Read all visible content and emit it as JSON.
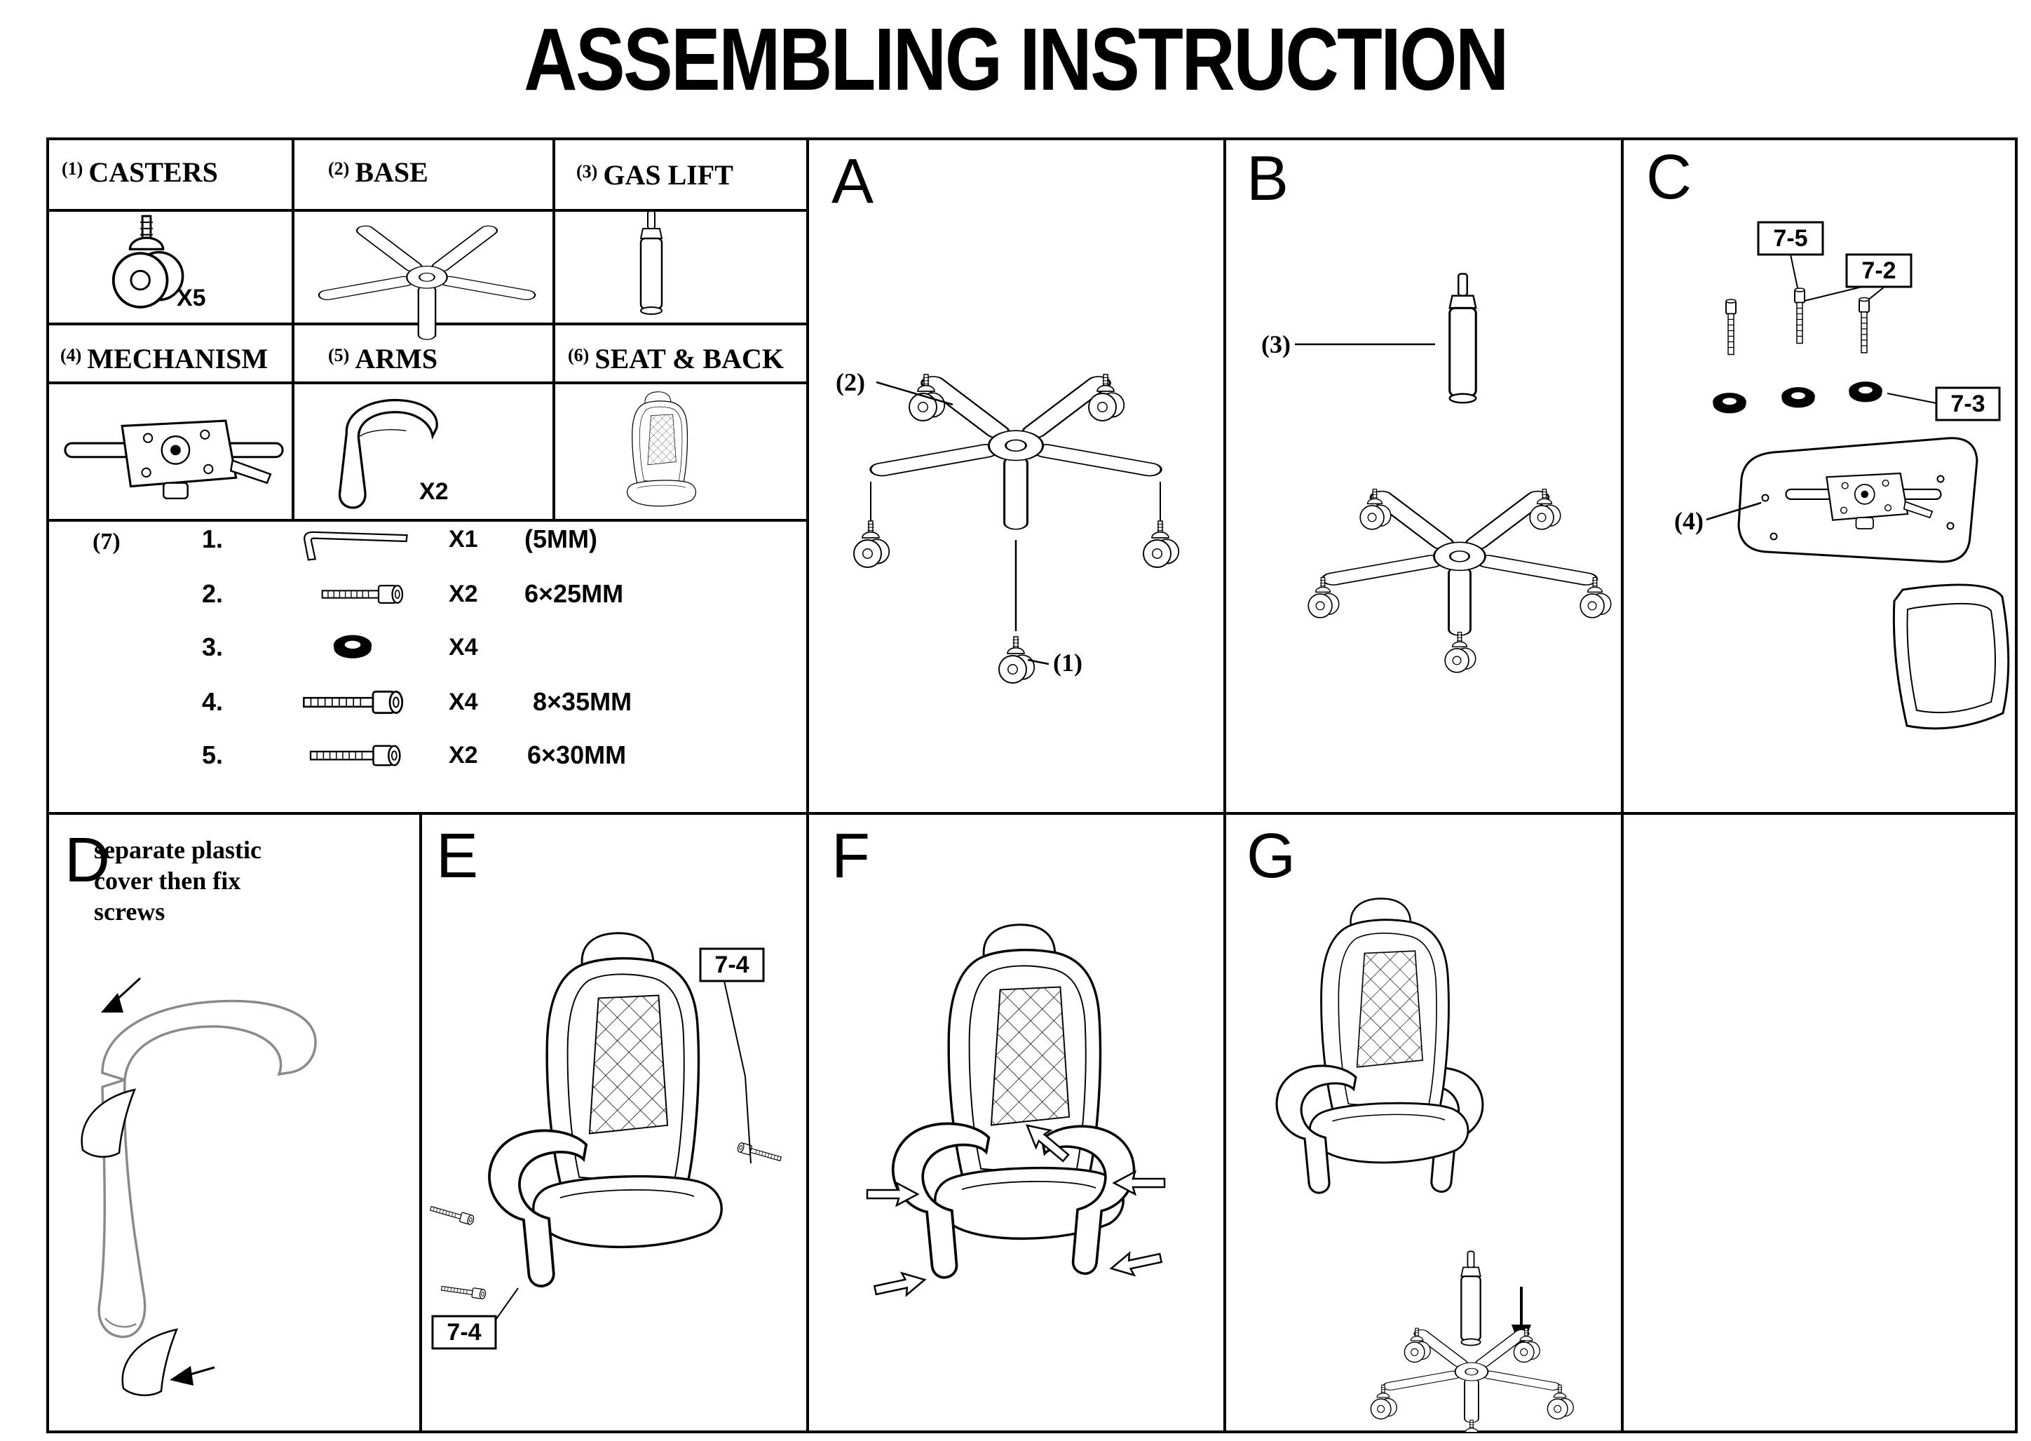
{
  "title": "ASSEMBLING INSTRUCTION",
  "colors": {
    "ink": "#000000",
    "paper": "#ffffff",
    "sketch_light": "#8a8a8a"
  },
  "parts_table": {
    "cells": [
      {
        "num": "(1)",
        "name": "CASTERS",
        "qty": "X5",
        "icon": "caster-icon"
      },
      {
        "num": "(2)",
        "name": "BASE",
        "qty": "",
        "icon": "base-icon"
      },
      {
        "num": "(3)",
        "name": "GAS LIFT",
        "qty": "",
        "icon": "gas-lift-icon"
      },
      {
        "num": "(4)",
        "name": "MECHANISM",
        "qty": "",
        "icon": "mechanism-icon"
      },
      {
        "num": "(5)",
        "name": "ARMS",
        "qty": "X2",
        "icon": "arm-icon"
      },
      {
        "num": "(6)",
        "name": "SEAT & BACK",
        "qty": "",
        "icon": "seat-back-icon"
      }
    ],
    "hardware": {
      "num": "(7)",
      "rows": [
        {
          "idx": "1.",
          "item": "allen-key-icon",
          "qty": "X1",
          "size": "(5MM)"
        },
        {
          "idx": "2.",
          "item": "bolt-icon",
          "qty": "X2",
          "size": "6×25MM"
        },
        {
          "idx": "3.",
          "item": "washer-icon",
          "qty": "X4",
          "size": ""
        },
        {
          "idx": "4.",
          "item": "bolt-icon",
          "qty": "X4",
          "size": "8×35MM"
        },
        {
          "idx": "5.",
          "item": "bolt-icon",
          "qty": "X2",
          "size": "6×30MM"
        }
      ]
    }
  },
  "panels": {
    "A": {
      "letter": "A",
      "label_base": "(2)",
      "label_caster": "(1)"
    },
    "B": {
      "letter": "B",
      "label_gas_lift": "(3)"
    },
    "C": {
      "letter": "C",
      "tag_top": "7-5",
      "tag_mid": "7-2",
      "tag_washer": "7-3",
      "label_mechanism": "(4)"
    },
    "D": {
      "letter": "D",
      "note_lines": [
        "separate plastic",
        "cover then fix",
        "screws"
      ]
    },
    "E": {
      "letter": "E",
      "tag_right": "7-4",
      "tag_left": "7-4"
    },
    "F": {
      "letter": "F"
    },
    "G": {
      "letter": "G"
    }
  }
}
